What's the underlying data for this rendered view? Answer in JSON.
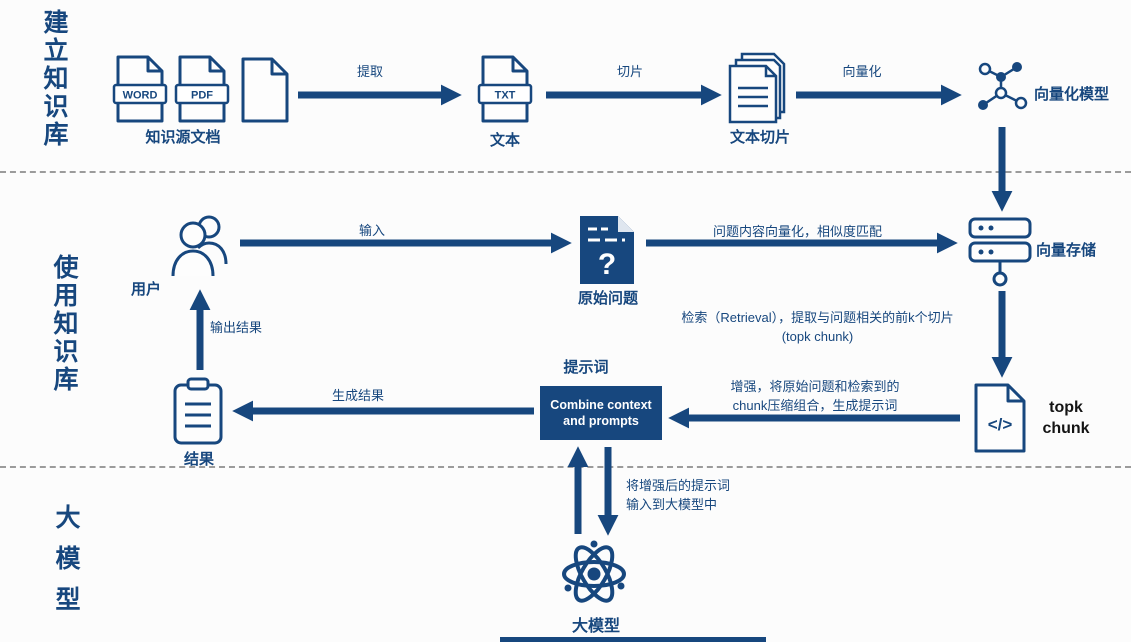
{
  "colors": {
    "navy": "#17477E",
    "background": "#FCFCFC"
  },
  "sections": {
    "build": {
      "label": "建立知识库"
    },
    "use": {
      "label": "使用知识库"
    },
    "llm": {
      "label": "大模型"
    }
  },
  "nodes": {
    "source_docs": {
      "label": "知识源文档",
      "word_badge": "WORD",
      "pdf_badge": "PDF"
    },
    "text_file": {
      "label": "文本",
      "badge": "TXT"
    },
    "chunks": {
      "label": "文本切片"
    },
    "vector_model": {
      "label": "向量化模型"
    },
    "user": {
      "label": "用户"
    },
    "question": {
      "label": "原始问题",
      "glyph": "?"
    },
    "vector_store": {
      "label": "向量存储"
    },
    "topk_chunk": {
      "line1": "topk",
      "line2": "chunk",
      "glyph": "</>"
    },
    "prompt": {
      "label": "提示词",
      "box_text": "Combine context and prompts"
    },
    "result": {
      "label": "结果"
    },
    "big_model": {
      "label": "大模型"
    }
  },
  "edges": {
    "extract": {
      "label": "提取"
    },
    "slice": {
      "label": "切片"
    },
    "vectorize": {
      "label": "向量化"
    },
    "input": {
      "label": "输入"
    },
    "similarity": {
      "label": "问题内容向量化，相似度匹配"
    },
    "retrieval": {
      "line1": "检索（Retrieval），提取与问题相关的前k个切片",
      "line2": "(topk chunk)"
    },
    "augment": {
      "line1": "增强，将原始问题和检索到的",
      "line2": "chunk压缩组合，生成提示词"
    },
    "generate": {
      "label": "生成结果"
    },
    "output": {
      "label": "输出结果"
    },
    "to_model": {
      "line1": "将增强后的提示词",
      "line2": "输入到大模型中"
    }
  }
}
